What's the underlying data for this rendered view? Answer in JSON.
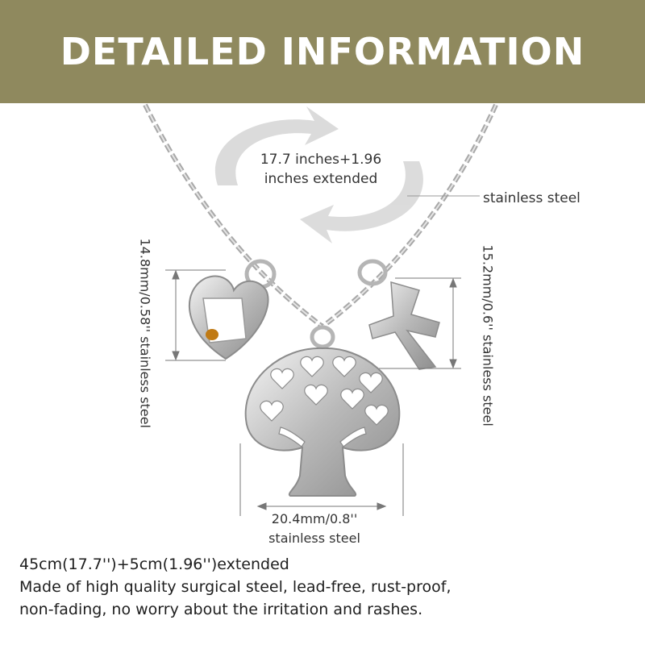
{
  "header": {
    "title": "DETAILED INFORMATION",
    "background_color": "#8f895e"
  },
  "product": {
    "length_label": "17.7 inches+1.96 inches extended",
    "chain_label": "stainless steel",
    "heart_charm_label": "14.8mm/0.58'' stainless steel",
    "cross_charm_label": "15.2mm/0.6'' stainless steel",
    "tree_charm_size": "20.4mm/0.8''",
    "tree_charm_material": "stainless steel"
  },
  "description": {
    "line1": "45cm(17.7'')+5cm(1.96'')extended",
    "line2": "Made of high quality surgical steel, lead-free, rust-proof,",
    "line3": "non-fading, no worry about the irritation and rashes."
  }
}
